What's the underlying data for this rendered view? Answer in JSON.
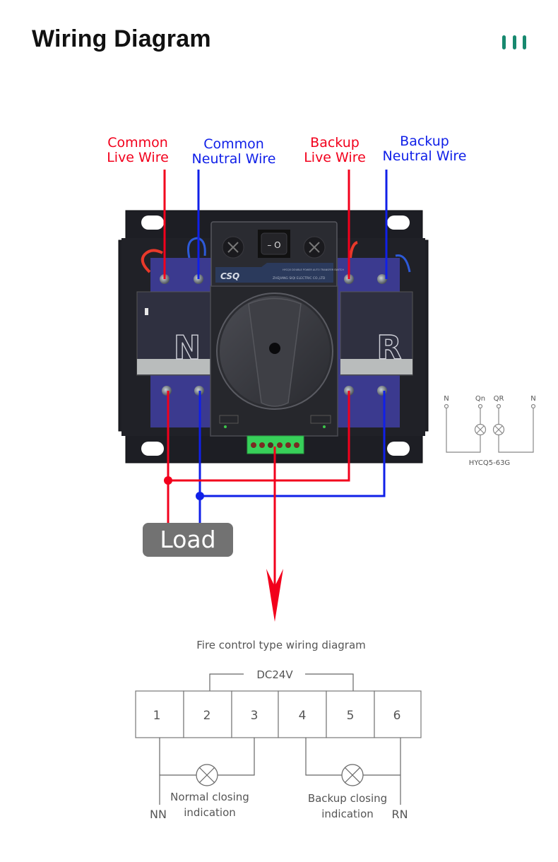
{
  "header": {
    "title": "Wiring Diagram",
    "menu_icon": "three-vertical-bars-icon",
    "accent_color": "#17896f"
  },
  "wire_labels": [
    {
      "line1": "Common",
      "line2": "Live Wire",
      "color": "#f2001c"
    },
    {
      "line1": "Common",
      "line2": "Neutral Wire",
      "color": "#1020e8"
    },
    {
      "line1": "Backup",
      "line2": "Live Wire",
      "color": "#f2001c"
    },
    {
      "line1": "Backup",
      "line2": "Neutral Wire",
      "color": "#1020e8"
    }
  ],
  "device": {
    "brand": "CSQ",
    "model_text": "HYCQ5 DOUBLE POWER AUTO TRANSFER SWITCH",
    "maker_text": "ZHEJIANG SIQI ELECTRIC CO.,LTD",
    "left_breaker_letter": "N",
    "right_breaker_letter": "R",
    "switch_symbol": "– O",
    "terminal_count": 6
  },
  "load_label": "Load",
  "indicator_schematic": {
    "terminals": [
      "N",
      "Qn",
      "QR",
      "N"
    ],
    "model": "HYCQ5-63G"
  },
  "fire_control": {
    "title": "Fire control type wiring diagram",
    "supply_label": "DC24V",
    "terminals": [
      "1",
      "2",
      "3",
      "4",
      "5",
      "6"
    ],
    "left_indicator_label_line1": "Normal closing",
    "left_indicator_label_line2": "indication",
    "right_indicator_label_line1": "Backup closing",
    "right_indicator_label_line2": "indication",
    "left_end_label": "NN",
    "right_end_label": "RN"
  },
  "colors": {
    "live": "#f2001c",
    "neutral": "#1020e8",
    "device_body": "#1b1c22",
    "breaker_blue": "#3a3a8c"
  }
}
